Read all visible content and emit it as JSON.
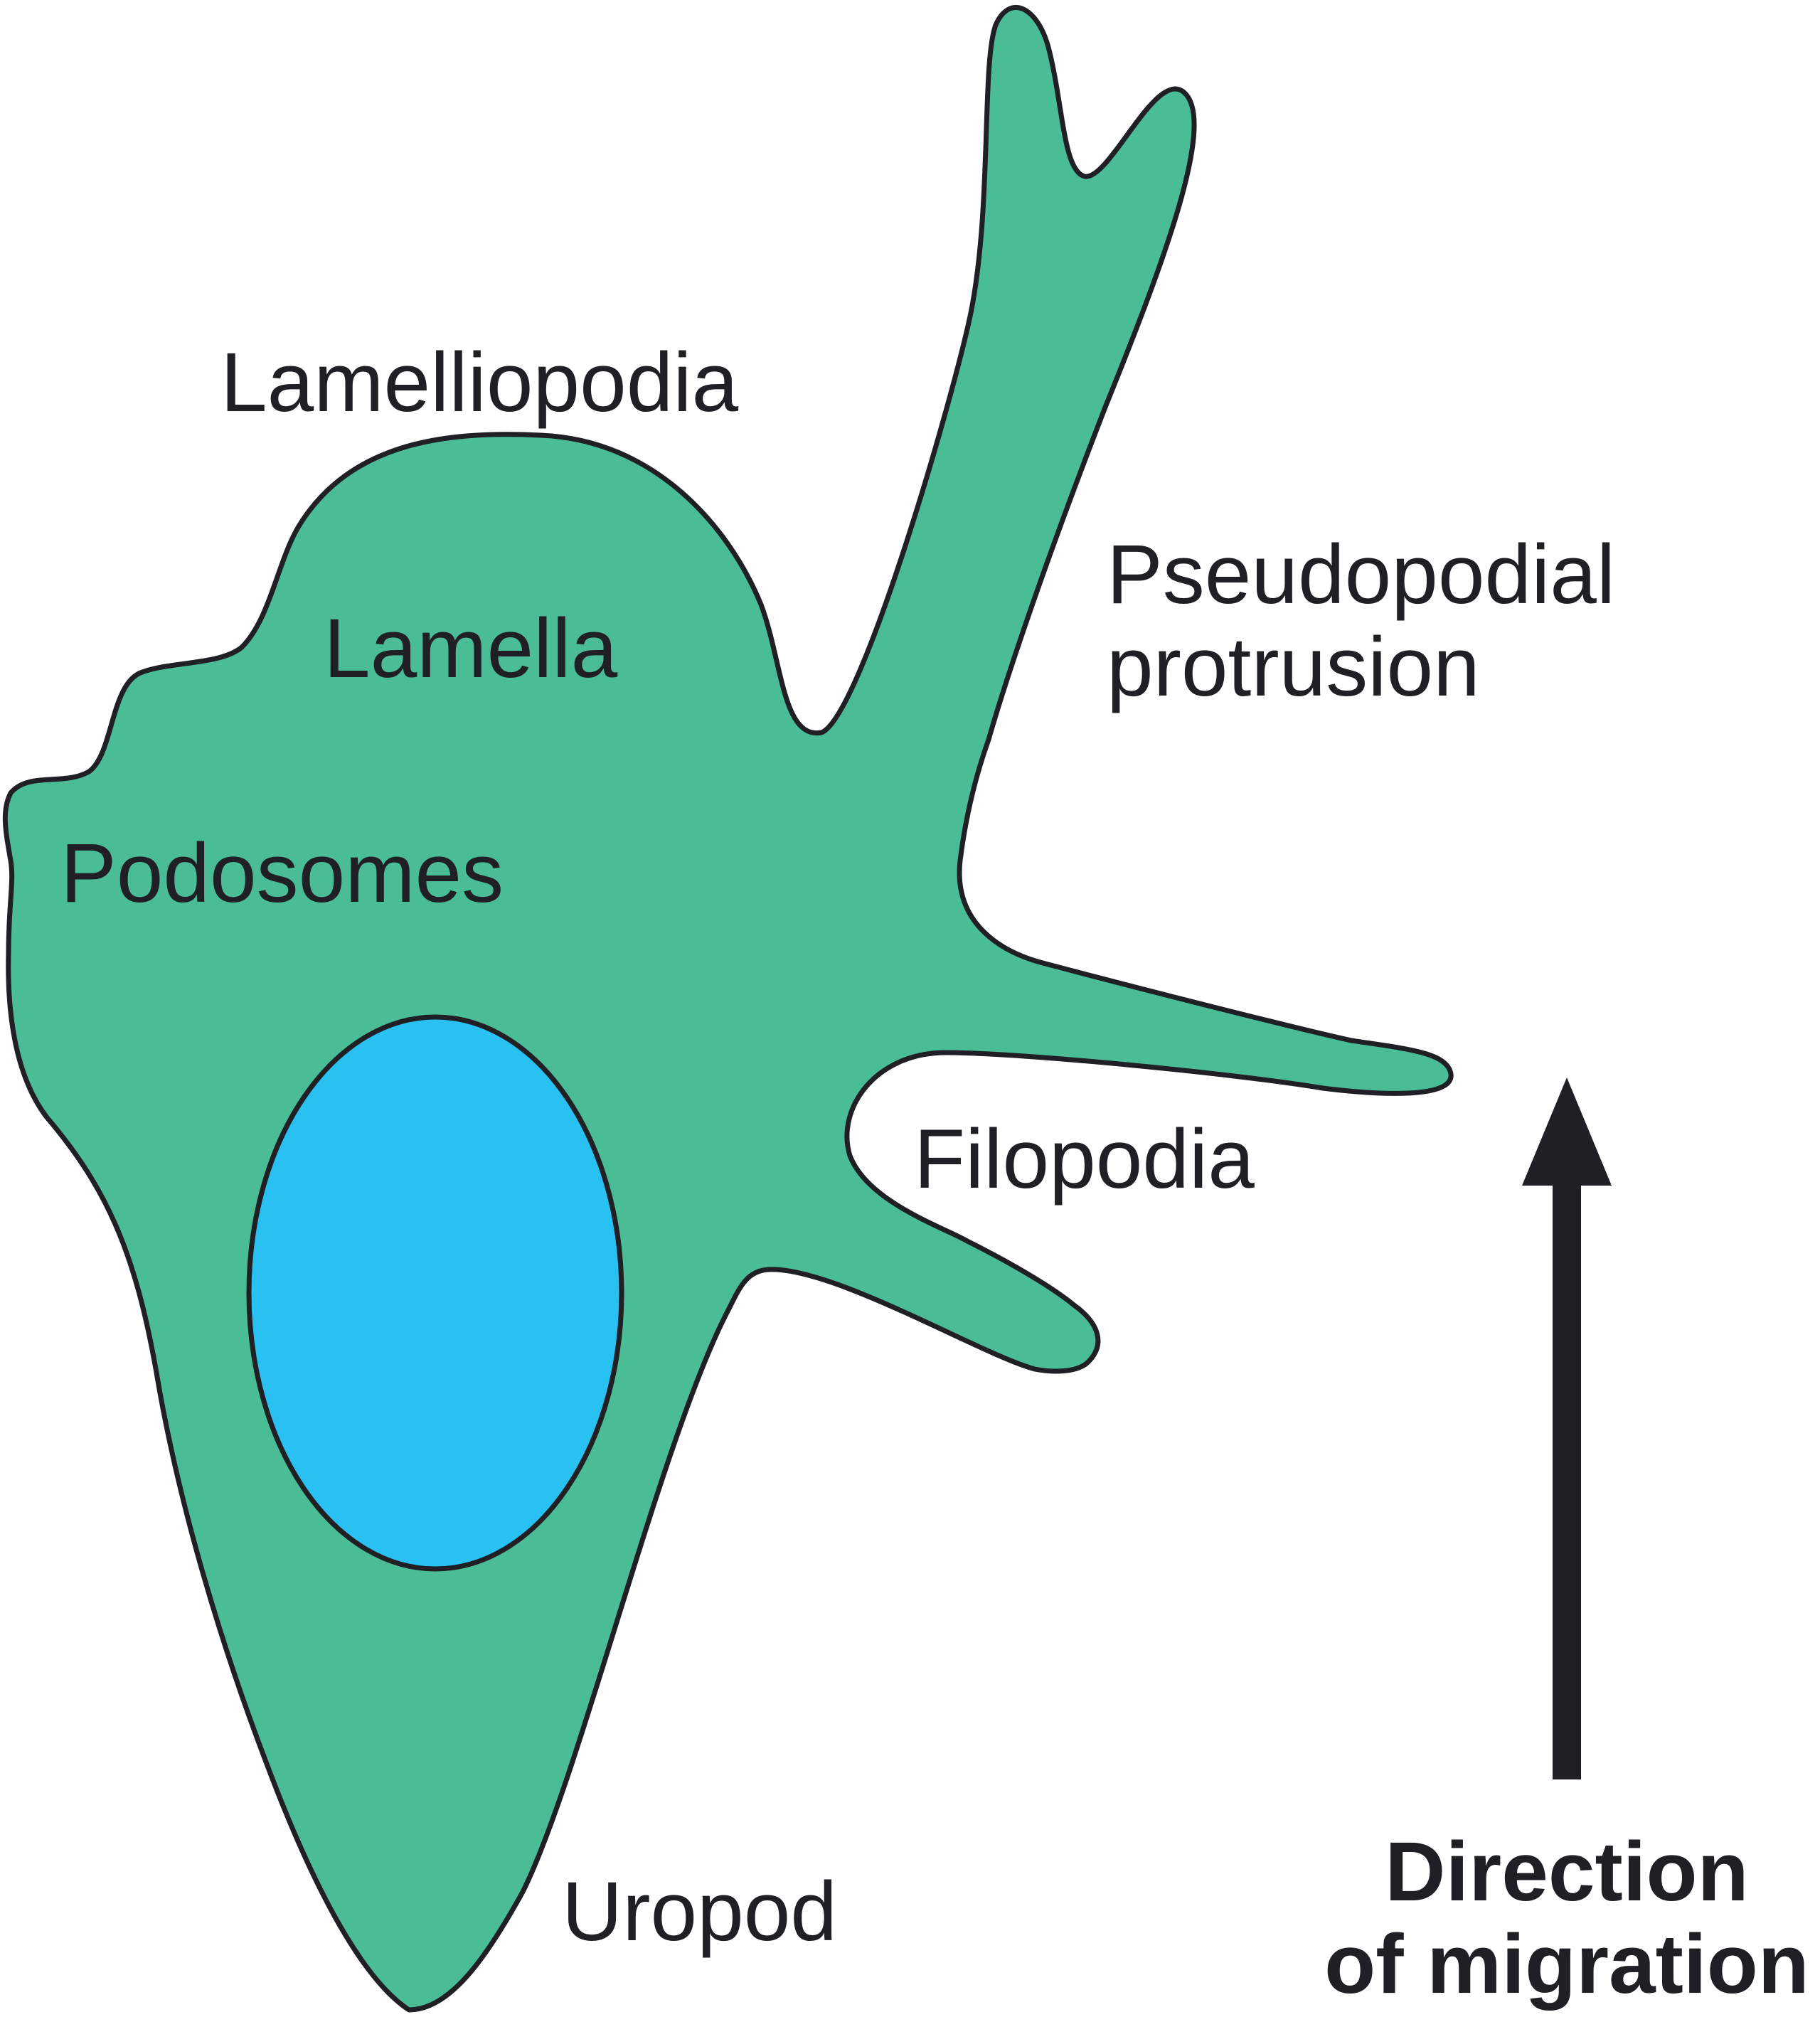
{
  "labels": {
    "lamelliopodia": "Lamelliopodia",
    "lamella": "Lamella",
    "podosomes": "Podosomes",
    "pseudopodial_line1": "Pseudopodial",
    "pseudopodial_line2": "protrusion",
    "filopodia": "Filopodia",
    "uropod": "Uropod",
    "direction_line1": "Direction",
    "direction_line2": "of migration"
  },
  "colors": {
    "cell_body": "#4abd96",
    "nucleus": "#28c1f2",
    "outline": "#1f1f24",
    "arrow": "#1f1f24",
    "text": "#1f1f24"
  }
}
